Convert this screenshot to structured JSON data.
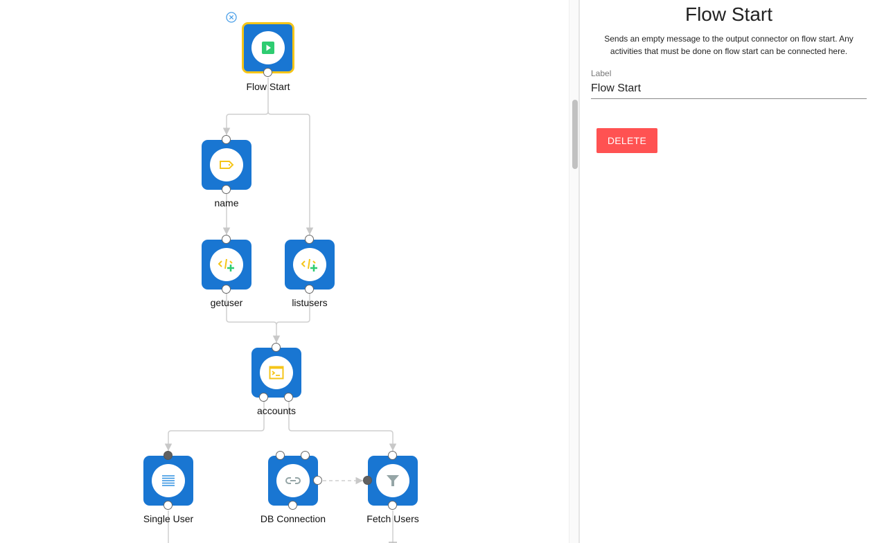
{
  "canvas": {
    "nodes": [
      {
        "id": "flow-start",
        "label": "Flow Start",
        "icon": "play-icon",
        "selected": true
      },
      {
        "id": "name",
        "label": "name",
        "icon": "tag-icon"
      },
      {
        "id": "getuser",
        "label": "getuser",
        "icon": "code-add-icon"
      },
      {
        "id": "listusers",
        "label": "listusers",
        "icon": "code-add-icon"
      },
      {
        "id": "accounts",
        "label": "accounts",
        "icon": "terminal-icon"
      },
      {
        "id": "single-user",
        "label": "Single User",
        "icon": "list-icon"
      },
      {
        "id": "db-connection",
        "label": "DB Connection",
        "icon": "link-icon"
      },
      {
        "id": "fetch-users",
        "label": "Fetch Users",
        "icon": "filter-icon"
      }
    ],
    "colors": {
      "node": "#1976d2",
      "selected_border": "#f5c518",
      "edge": "#c8c8c8",
      "icon_yellow": "#f5c518",
      "icon_green": "#2ecc71"
    }
  },
  "panel": {
    "title": "Flow Start",
    "description": "Sends an empty message to the output connector on flow start. Any activities that must be done on flow start can be connected here.",
    "label_caption": "Label",
    "label_value": "Flow Start",
    "delete_label": "DELETE",
    "delete_color": "#ff5252"
  }
}
